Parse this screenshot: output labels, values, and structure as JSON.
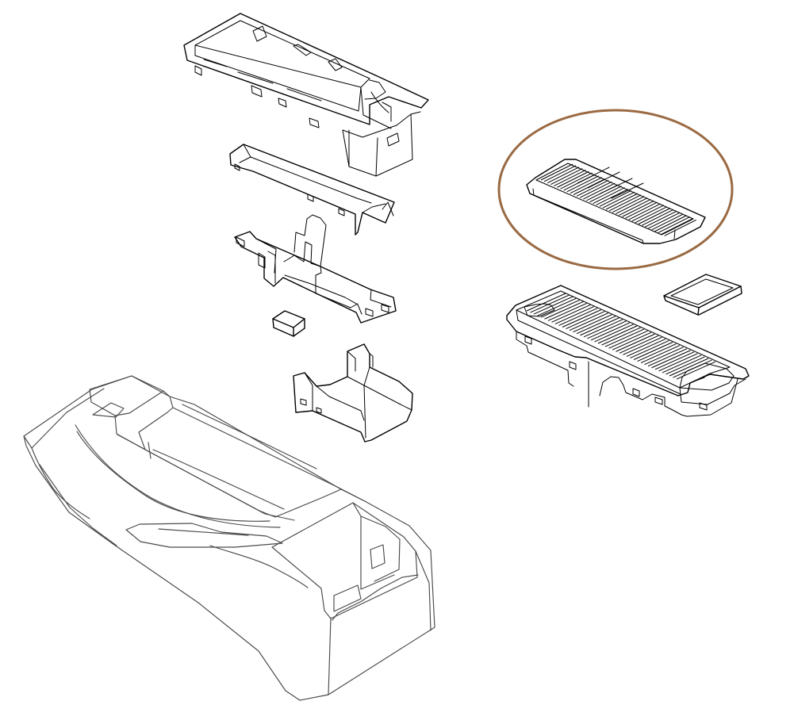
{
  "colors": {
    "background": "#ffffff",
    "line": "#000000",
    "console_line": "#4a4a4a",
    "highlight": "#9a6a43",
    "light_fill": "#ffffff"
  },
  "parts": [
    {
      "id": "upper-storage-tray"
    },
    {
      "id": "slim-trim-bracket"
    },
    {
      "id": "support-rail"
    },
    {
      "id": "small-pad"
    },
    {
      "id": "mount-bracket"
    },
    {
      "id": "center-console-body"
    },
    {
      "id": "highlighted-grille-cover"
    },
    {
      "id": "small-square-tray"
    },
    {
      "id": "right-storage-tray"
    }
  ]
}
